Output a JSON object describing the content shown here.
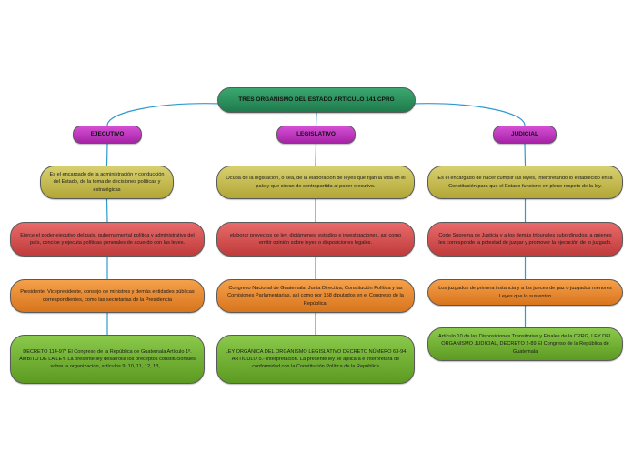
{
  "root": {
    "title": "TRES ORGANISMO DEL ESTADO ARTICULO 141 CPRG"
  },
  "branches": [
    {
      "label": "EJECUTIVO",
      "items": [
        "Es el encargado de la administración y conducción del Estado, de la toma de decisiones políticas y estratégicas",
        "Ejerce el poder ejecutivo del país, gubernamental política y administrativa del país, concibe y ejecuta políticas generales de acuerdo con las leyes.",
        "Presidente, Vicepresidente, consejo de ministros y demás entidades públicas correspondientes, como las secretarías de la Presidencia",
        "DECRETO 114-97* El Congreso de la República de Guatemala Artículo 1º. ÁMBITO DE LA LEY. La presente ley desarrolla los preceptos constitucionales sobre la organización, artículos 9, 10, 11, 12, 13,..."
      ]
    },
    {
      "label": "LEGISLATIVO",
      "items": [
        "Ocupa de la legislación, o sea, de la elaboración de leyes que rijan la vida en el país y que sirvan de contrapartida al poder ejecutivo.",
        "elaborar proyectos de ley, dictámenes, estudios e investigaciones, así como emitir opinión sobre leyes o disposiciones legales.",
        "Congreso Nacional de Guatemala, Junta Directiva, Constitución Política y las Comisiones Parlamentarias, así como por 158 diputados en el Congreso de la República.",
        "LEY ORGÁNICA DEL ORGANISMO LEGISLATIVO DECRETO NÚMERO 63-94 ARTÍCULO 5.- Interpretación. La presente ley se aplicará e interpretará de conformidad con la Constitución Política de la República"
      ]
    },
    {
      "label": "JUDICIAL",
      "items": [
        "Es el encargado de hacer cumplir las leyes, interpretando lo establecido en la Constitución para que el Estado funcione en pleno respeto de la ley.",
        "Corte Suprema de Justicia y a los demás tribunales subordinados, a quienes les corresponde la potestad de juzgar y promover la ejecución de lo juzgado.",
        "Los juzgados de primera instancia y a los jueces de paz o juzgados menores Leyes que lo sustentan",
        "Artículo 10 de las Disposiciones Transitorias y Finales de la CPRG, LEY DEL ORGANISMO JUDICIAL, DECRETO 2-89 El Congreso de la República de Guatemala"
      ]
    }
  ],
  "colors": {
    "connector": "#2e9ad0",
    "root": "#2a9060",
    "branch": "#c23fc2",
    "level1": "#c8bf4f",
    "level2": "#d85050",
    "level3": "#ee8a30",
    "level4": "#72b236"
  }
}
